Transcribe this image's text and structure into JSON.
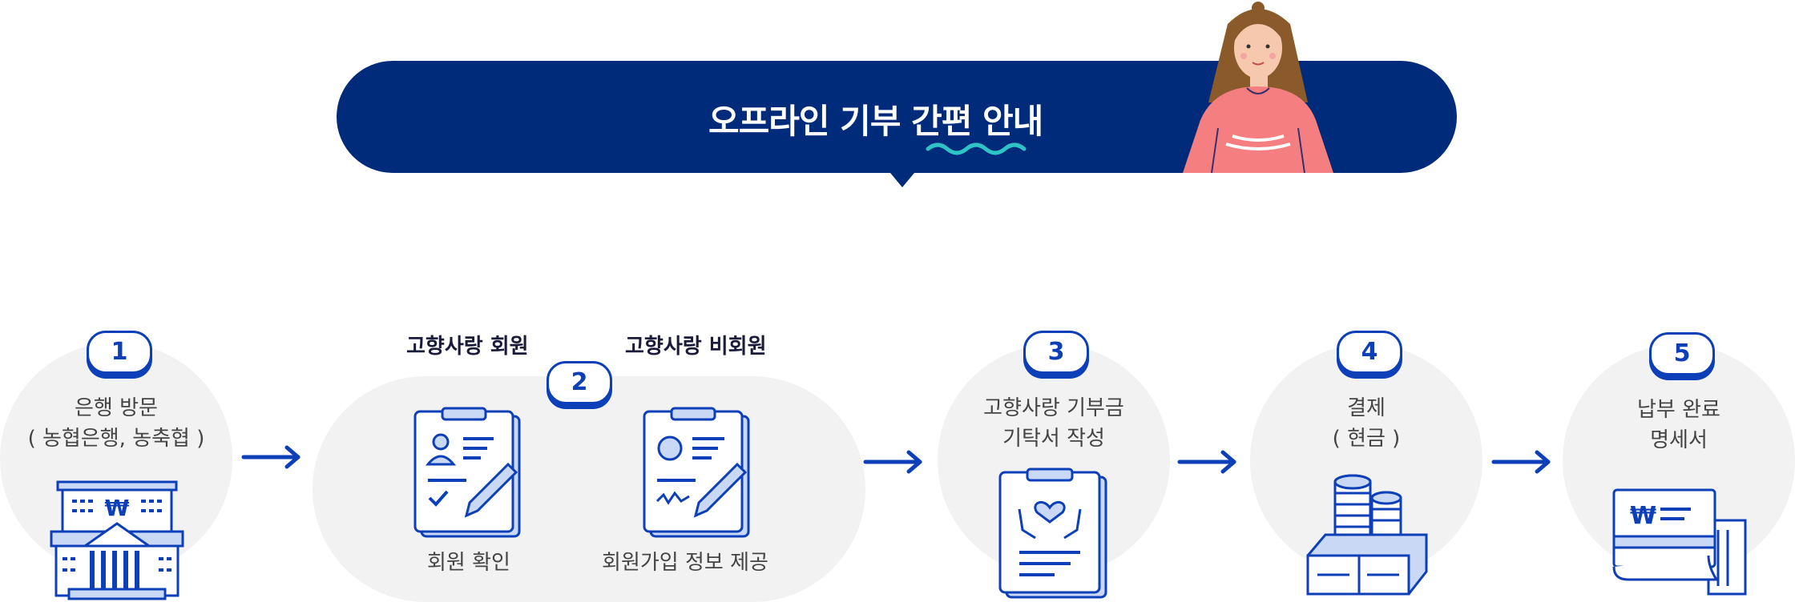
{
  "banner": {
    "title": "오프라인 기부 간편 안내"
  },
  "steps": [
    {
      "number": "1",
      "line1": "은행 방문",
      "line2": "( 농협은행, 농축협 )"
    },
    {
      "number": "2",
      "member_title": "고향사랑 회원",
      "member_caption": "회원 확인",
      "nonmember_title": "고향사랑 비회원",
      "nonmember_caption": "회원가입 정보 제공"
    },
    {
      "number": "3",
      "line1": "고향사랑 기부금",
      "line2": "기탁서 작성"
    },
    {
      "number": "4",
      "line1": "결제",
      "line2": "( 현금 )"
    },
    {
      "number": "5",
      "line1": "납부 완료",
      "line2": "명세서"
    }
  ],
  "colors": {
    "navy": "#002b7a",
    "blue": "#0d3fb8",
    "light_blue": "#c9d8f5",
    "circle_bg": "#f2f2f2",
    "accent_wave": "#2ec4c6",
    "shirt": "#f57f80"
  }
}
